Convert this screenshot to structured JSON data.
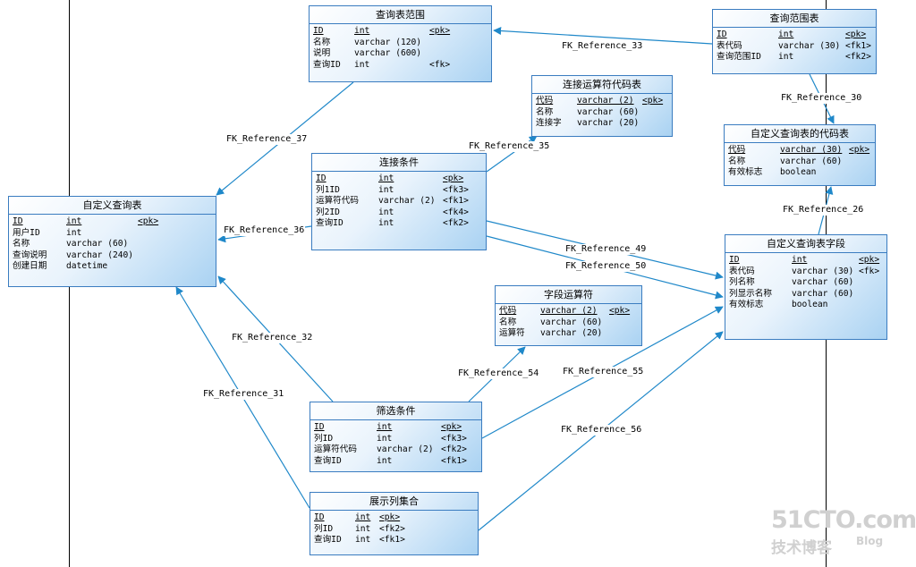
{
  "tables": [
    {
      "id": "query-scope",
      "title": "查询表范围",
      "rows": [
        {
          "name": "ID",
          "type": "int",
          "key": "<pk>",
          "pk": true
        },
        {
          "name": "名称",
          "type": "varchar (120)",
          "key": ""
        },
        {
          "name": "说明",
          "type": "varchar (600)",
          "key": ""
        },
        {
          "name": "查询ID",
          "type": "int",
          "key": "<fk>"
        }
      ]
    },
    {
      "id": "query-scope-table",
      "title": "查询范围表",
      "rows": [
        {
          "name": "ID",
          "type": "int",
          "key": "<pk>",
          "pk": true
        },
        {
          "name": "表代码",
          "type": "varchar (30)",
          "key": "<fk1>"
        },
        {
          "name": "查询范围ID",
          "type": "int",
          "key": "<fk2>"
        }
      ]
    },
    {
      "id": "join-op-code",
      "title": "连接运算符代码表",
      "rows": [
        {
          "name": "代码",
          "type": "varchar (2)",
          "key": "<pk>",
          "pk": true
        },
        {
          "name": "名称",
          "type": "varchar (60)",
          "key": ""
        },
        {
          "name": "连接字",
          "type": "varchar (20)",
          "key": ""
        }
      ]
    },
    {
      "id": "custom-query-code",
      "title": "自定义查询表的代码表",
      "rows": [
        {
          "name": "代码",
          "type": "varchar (30)",
          "key": "<pk>",
          "pk": true
        },
        {
          "name": "名称",
          "type": "varchar (60)",
          "key": ""
        },
        {
          "name": "有效标志",
          "type": "boolean",
          "key": ""
        }
      ]
    },
    {
      "id": "join-condition",
      "title": "连接条件",
      "rows": [
        {
          "name": "ID",
          "type": "int",
          "key": "<pk>",
          "pk": true
        },
        {
          "name": "列1ID",
          "type": "int",
          "key": "<fk3>"
        },
        {
          "name": "运算符代码",
          "type": "varchar (2)",
          "key": "<fk1>"
        },
        {
          "name": "列2ID",
          "type": "int",
          "key": "<fk4>"
        },
        {
          "name": "查询ID",
          "type": "int",
          "key": "<fk2>"
        }
      ]
    },
    {
      "id": "custom-query",
      "title": "自定义查询表",
      "rows": [
        {
          "name": "ID",
          "type": "int",
          "key": "<pk>",
          "pk": true
        },
        {
          "name": "用户ID",
          "type": "int",
          "key": ""
        },
        {
          "name": "名称",
          "type": "varchar (60)",
          "key": ""
        },
        {
          "name": "查询说明",
          "type": "varchar (240)",
          "key": ""
        },
        {
          "name": "创建日期",
          "type": "datetime",
          "key": ""
        }
      ]
    },
    {
      "id": "custom-query-field",
      "title": "自定义查询表字段",
      "rows": [
        {
          "name": "ID",
          "type": "int",
          "key": "<pk>",
          "pk": true
        },
        {
          "name": "表代码",
          "type": "varchar (30)",
          "key": "<fk>"
        },
        {
          "name": "列名称",
          "type": "varchar (60)",
          "key": ""
        },
        {
          "name": "列显示名称",
          "type": "varchar (60)",
          "key": ""
        },
        {
          "name": "有效标志",
          "type": "boolean",
          "key": ""
        }
      ]
    },
    {
      "id": "field-operator",
      "title": "字段运算符",
      "rows": [
        {
          "name": "代码",
          "type": "varchar (2)",
          "key": "<pk>",
          "pk": true
        },
        {
          "name": "名称",
          "type": "varchar (60)",
          "key": ""
        },
        {
          "name": "运算符",
          "type": "varchar (20)",
          "key": ""
        }
      ]
    },
    {
      "id": "filter-condition",
      "title": "筛选条件",
      "rows": [
        {
          "name": "ID",
          "type": "int",
          "key": "<pk>",
          "pk": true
        },
        {
          "name": "列ID",
          "type": "int",
          "key": "<fk3>"
        },
        {
          "name": "运算符代码",
          "type": "varchar (2)",
          "key": "<fk2>"
        },
        {
          "name": "查询ID",
          "type": "int",
          "key": "<fk1>"
        }
      ]
    },
    {
      "id": "display-columns",
      "title": "展示列集合",
      "rows": [
        {
          "name": "ID",
          "type": "int",
          "key": "<pk>",
          "pk": true
        },
        {
          "name": "列ID",
          "type": "int",
          "key": "<fk2>"
        },
        {
          "name": "查询ID",
          "type": "int",
          "key": "<fk1>"
        }
      ]
    }
  ],
  "edges": [
    {
      "label": "FK_Reference_33"
    },
    {
      "label": "FK_Reference_37"
    },
    {
      "label": "FK_Reference_30"
    },
    {
      "label": "FK_Reference_35"
    },
    {
      "label": "FK_Reference_26"
    },
    {
      "label": "FK_Reference_36"
    },
    {
      "label": "FK_Reference_49"
    },
    {
      "label": "FK_Reference_50"
    },
    {
      "label": "FK_Reference_32"
    },
    {
      "label": "FK_Reference_54"
    },
    {
      "label": "FK_Reference_55"
    },
    {
      "label": "FK_Reference_31"
    },
    {
      "label": "FK_Reference_56"
    }
  ],
  "watermark": {
    "top": "51CTO.com",
    "bottom": "技术博客",
    "blog": "Blog"
  }
}
